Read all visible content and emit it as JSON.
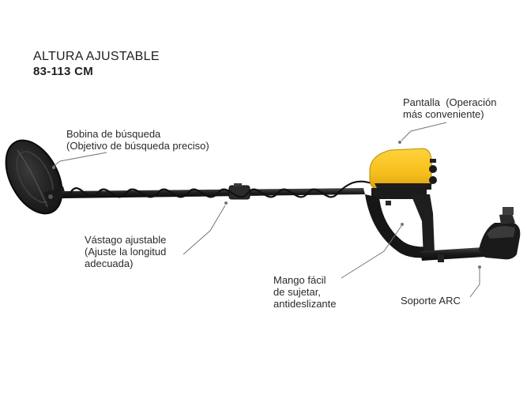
{
  "headline": {
    "title": "ALTURA AJUSTABLE",
    "range": "83-113 CM"
  },
  "callouts": {
    "search_coil": [
      "Bobina de búsqueda",
      "(Objetivo de búsqueda preciso)"
    ],
    "display": [
      "Pantalla  (Operación",
      "más conveniente)"
    ],
    "shaft": [
      "Vástago ajustable",
      "(Ajuste la longitud",
      "adecuada)"
    ],
    "handle": [
      "Mango fácil",
      "de sujetar,",
      "antideslizante"
    ],
    "arm_rest": [
      "Soporte ARC"
    ]
  },
  "colors": {
    "display_yellow": "#f6bf1c",
    "body_black": "#1b1b1b",
    "leader_gray": "#777777"
  }
}
